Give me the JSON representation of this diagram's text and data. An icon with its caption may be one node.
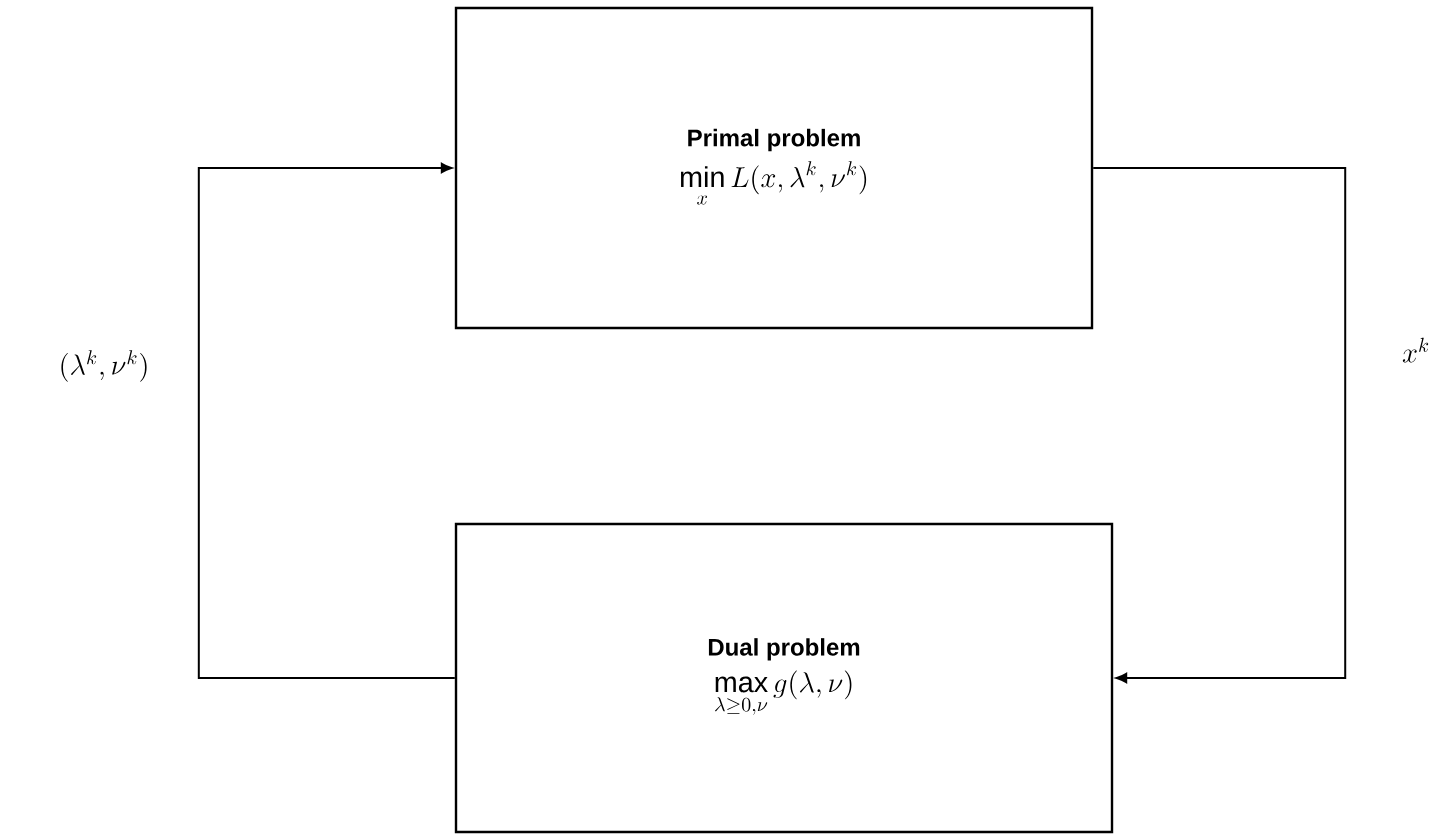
{
  "diagram": {
    "nodes": [
      {
        "text": [
          "Primal problem",
          "\\min_{x} L(x, \\lambda^{k}, \\nu^{k})"
        ]
      },
      {
        "text": [
          "Dual problem",
          "\\max_{\\lambda \\geq 0, \\nu} g(\\lambda, \\nu)"
        ]
      }
    ],
    "edges": [
      {
        "from": 0,
        "to": 1,
        "arrow": "to",
        "label": "x^{k}"
      },
      {
        "from": 1,
        "to": 0,
        "arrow": "to",
        "label": "(\\lambda^{k}, \\nu^{k})"
      }
    ]
  }
}
